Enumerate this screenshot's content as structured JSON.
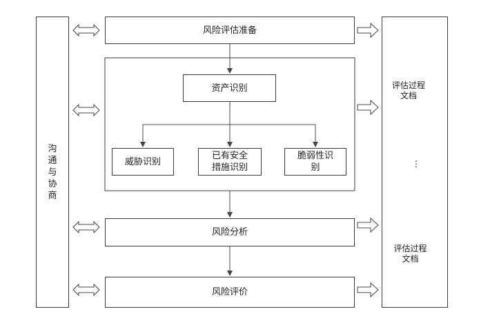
{
  "left_panel": {
    "label": "沟通与协商"
  },
  "steps": {
    "prepare": "风险评估准备",
    "asset": "资产识别",
    "threat": "威胁识别",
    "existing": "已有安全\n措施识别",
    "vulnerability": "脆弱性识\n别",
    "analysis": "风险分析",
    "evaluation": "风险评价"
  },
  "right_panel": {
    "doc_top": "评估过程\n文档",
    "ellipsis": "⋮",
    "doc_bottom": "评估过程\n文档"
  }
}
